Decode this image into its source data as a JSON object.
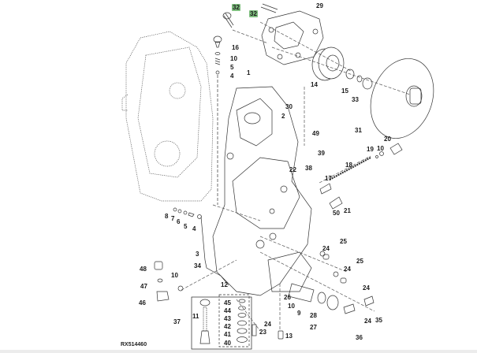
{
  "figure": {
    "id_label": "RX514460",
    "highlight_color": "#7fbf7f",
    "line_color": "#333333"
  },
  "callouts": [
    {
      "key": "c32a",
      "label": "32",
      "highlighted": true
    },
    {
      "key": "c32b",
      "label": "32",
      "highlighted": true
    },
    {
      "key": "c29",
      "label": "29"
    },
    {
      "key": "c16",
      "label": "16"
    },
    {
      "key": "c10a",
      "label": "10"
    },
    {
      "key": "c5a",
      "label": "5"
    },
    {
      "key": "c4a",
      "label": "4"
    },
    {
      "key": "c14",
      "label": "14"
    },
    {
      "key": "c15",
      "label": "15"
    },
    {
      "key": "c33",
      "label": "33"
    },
    {
      "key": "c1",
      "label": "1"
    },
    {
      "key": "c30",
      "label": "30"
    },
    {
      "key": "c2",
      "label": "2"
    },
    {
      "key": "c31",
      "label": "31"
    },
    {
      "key": "c49",
      "label": "49"
    },
    {
      "key": "c39",
      "label": "39"
    },
    {
      "key": "c20",
      "label": "20"
    },
    {
      "key": "c19",
      "label": "19"
    },
    {
      "key": "c10b",
      "label": "10"
    },
    {
      "key": "c22",
      "label": "22"
    },
    {
      "key": "c38",
      "label": "38"
    },
    {
      "key": "c18",
      "label": "18"
    },
    {
      "key": "c17",
      "label": "17"
    },
    {
      "key": "c50",
      "label": "50"
    },
    {
      "key": "c21",
      "label": "21"
    },
    {
      "key": "c8",
      "label": "8"
    },
    {
      "key": "c7",
      "label": "7"
    },
    {
      "key": "c6",
      "label": "6"
    },
    {
      "key": "c5b",
      "label": "5"
    },
    {
      "key": "c4b",
      "label": "4"
    },
    {
      "key": "c3",
      "label": "3"
    },
    {
      "key": "c34",
      "label": "34"
    },
    {
      "key": "c25a",
      "label": "25"
    },
    {
      "key": "c24a",
      "label": "24"
    },
    {
      "key": "c25b",
      "label": "25"
    },
    {
      "key": "c24b",
      "label": "24"
    },
    {
      "key": "c48",
      "label": "48"
    },
    {
      "key": "c10c",
      "label": "10"
    },
    {
      "key": "c47",
      "label": "47"
    },
    {
      "key": "c46",
      "label": "46"
    },
    {
      "key": "c12",
      "label": "12"
    },
    {
      "key": "c26",
      "label": "26"
    },
    {
      "key": "c10d",
      "label": "10"
    },
    {
      "key": "c9",
      "label": "9"
    },
    {
      "key": "c28",
      "label": "28"
    },
    {
      "key": "c27",
      "label": "27"
    },
    {
      "key": "c24c",
      "label": "24"
    },
    {
      "key": "c24d",
      "label": "24"
    },
    {
      "key": "c35",
      "label": "35"
    },
    {
      "key": "c36",
      "label": "36"
    },
    {
      "key": "c37",
      "label": "37"
    },
    {
      "key": "c11",
      "label": "11"
    },
    {
      "key": "c45",
      "label": "45"
    },
    {
      "key": "c44",
      "label": "44"
    },
    {
      "key": "c43",
      "label": "43"
    },
    {
      "key": "c42",
      "label": "42"
    },
    {
      "key": "c41",
      "label": "41"
    },
    {
      "key": "c40",
      "label": "40"
    },
    {
      "key": "c24e",
      "label": "24"
    },
    {
      "key": "c23",
      "label": "23"
    },
    {
      "key": "c13",
      "label": "13"
    }
  ]
}
